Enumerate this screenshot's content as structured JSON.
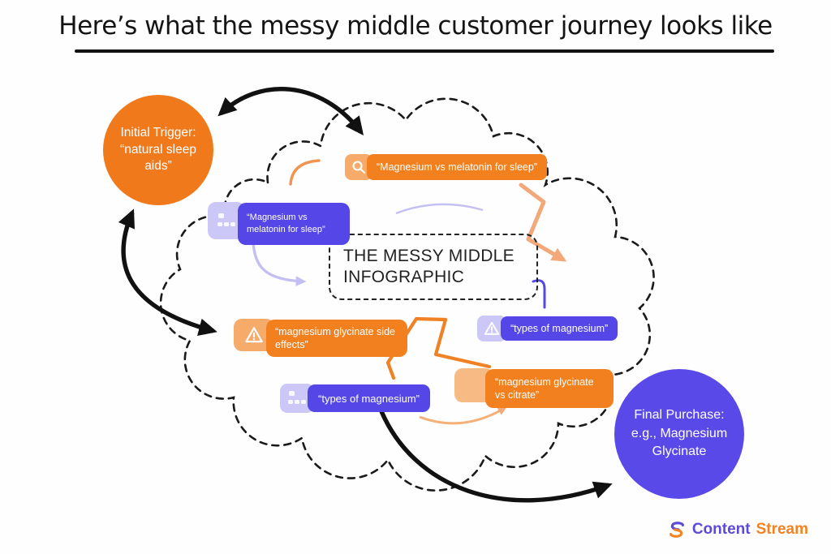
{
  "page": {
    "title": "Here’s what the messy middle customer journey looks like"
  },
  "colors": {
    "orange": "#F2801F",
    "orange_light_box": "#F6AB6B",
    "purple": "#5546E8",
    "purple_light_box": "#CBC7F7",
    "circle_orange": "#F0791C",
    "circle_purple": "#5A49E9",
    "arrow_black": "#111111",
    "arrow_light_purple": "#C3BFF3",
    "arrow_light_orange": "#F2A878",
    "arrow_orange_scribble": "#F08125",
    "logo_purple": "#5B4BD8",
    "logo_orange": "#F58220"
  },
  "initial_trigger": {
    "label": "Initial Trigger: “natural sleep aids”"
  },
  "final_purchase": {
    "label": "Final Purchase: e.g., Magnesium Glycinate"
  },
  "center_box": {
    "label": "THE MESSY MIDDLE INFOGRAPHIC"
  },
  "chips": {
    "search_top": {
      "icon": "search-icon",
      "text": "“Magnesium vs melatonin for sleep”"
    },
    "results_left": {
      "icon": "results-grid-icon",
      "text": "“Magnesium vs melatonin for sleep”"
    },
    "warning_left": {
      "icon": "warning-icon",
      "text": "“magnesium glycinate side effects”"
    },
    "warning_right": {
      "icon": "warning-icon",
      "text": "“types of magnesium”"
    },
    "results_bottom": {
      "icon": "results-grid-icon",
      "text": "“types of magnesium”"
    },
    "compare_bottom": {
      "icon": "none",
      "text": "“magnesium glycinate vs citrate”"
    }
  },
  "logo": {
    "part1": "Content",
    "part2": "Stream"
  }
}
